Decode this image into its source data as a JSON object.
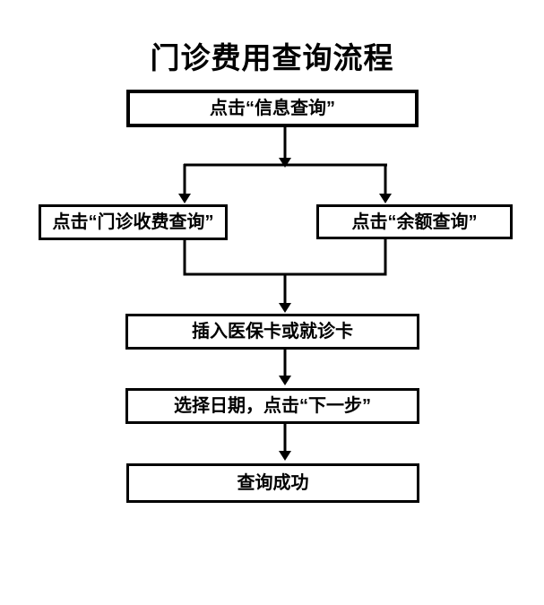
{
  "diagram": {
    "title": "门诊费用查询流程",
    "type": "flowchart",
    "nodes": {
      "step1": {
        "label": "点击“信息查询”"
      },
      "branch_left": {
        "label": "点击“门诊收费查询”"
      },
      "branch_right": {
        "label": "点击“余额查询”"
      },
      "insert_card": {
        "label": "插入医保卡或就诊卡"
      },
      "select_date": {
        "label": "选择日期，点击“下一步”"
      },
      "success": {
        "label": "查询成功"
      }
    },
    "edges": [
      {
        "from": "step1",
        "to": "branch_left"
      },
      {
        "from": "step1",
        "to": "branch_right"
      },
      {
        "from": "branch_left",
        "to": "insert_card"
      },
      {
        "from": "branch_right",
        "to": "insert_card"
      },
      {
        "from": "insert_card",
        "to": "select_date"
      },
      {
        "from": "select_date",
        "to": "success"
      }
    ],
    "colors": {
      "background": "#ffffff",
      "line": "#000000",
      "box_border": "#000000",
      "text": "#000000"
    }
  }
}
